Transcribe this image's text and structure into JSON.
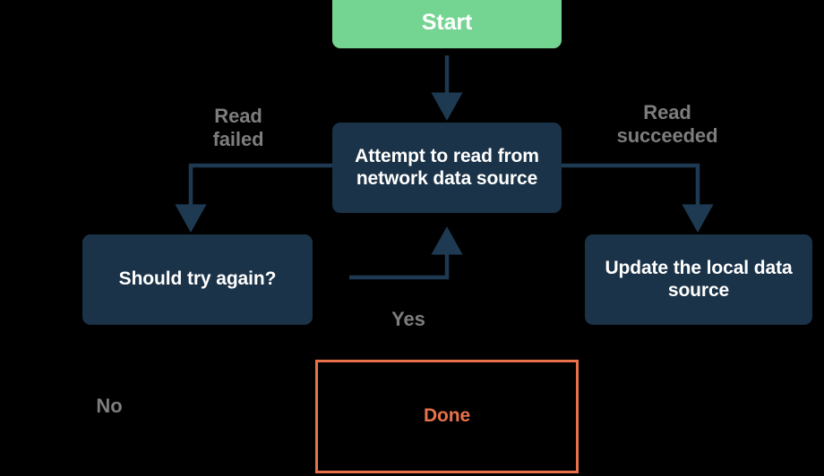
{
  "diagram": {
    "title": "Network data source read retry flowchart",
    "background_color": "#000000",
    "colors": {
      "start_fill": "#74d492",
      "node_fill": "#1b3348",
      "node_text": "#ffffff",
      "edge_stroke": "#1e3a52",
      "edge_label_text": "#7d7d7d",
      "selection_border": "#e8714a",
      "selection_text": "#e8714a"
    },
    "nodes": [
      {
        "id": "start",
        "label": "Start",
        "shape": "rounded-rect",
        "fill": "#74d492"
      },
      {
        "id": "attempt",
        "label": "Attempt to read from network data source",
        "shape": "rounded-rect",
        "fill": "#1b3348"
      },
      {
        "id": "retry",
        "label": "Should try again?",
        "shape": "rounded-rect",
        "fill": "#1b3348"
      },
      {
        "id": "update",
        "label": "Update the local data source",
        "shape": "rounded-rect",
        "fill": "#1b3348"
      },
      {
        "id": "done",
        "label": "Done",
        "shape": "rect",
        "fill": "transparent",
        "highlighted": true
      }
    ],
    "edges": [
      {
        "from": "start",
        "to": "attempt",
        "label": ""
      },
      {
        "from": "attempt",
        "to": "retry",
        "label": "Read\nfailed"
      },
      {
        "from": "attempt",
        "to": "update",
        "label": "Read\nsucceeded"
      },
      {
        "from": "retry",
        "to": "attempt",
        "label": "Yes"
      },
      {
        "from": "retry",
        "to": "done",
        "label": "No"
      }
    ]
  },
  "nodes": {
    "start": "Start",
    "attempt": "Attempt to read from\nnetwork data source",
    "attempt_line1": "Attempt to read from",
    "attempt_line2": "network data source",
    "retry": "Should try again?",
    "update": "Update the local data\nsource",
    "update_line1": "Update the local data",
    "update_line2": "source",
    "done": "Done"
  },
  "labels": {
    "read_failed": "Read\nfailed",
    "read_succeeded": "Read\nsucceeded",
    "yes": "Yes",
    "no": "No"
  }
}
